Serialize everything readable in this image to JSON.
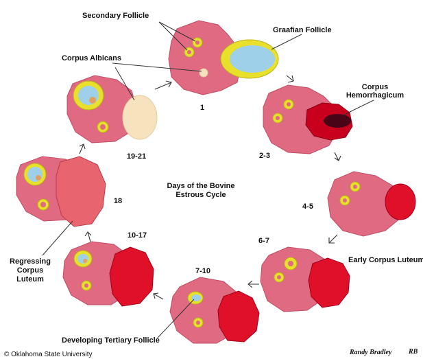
{
  "labels": {
    "secondary_follicle": "Secondary Follicle",
    "graafian_follicle": "Graafian Follicle",
    "corpus_albicans": "Corpus Albicans",
    "corpus_hemorrhagicum_1": "Corpus",
    "corpus_hemorrhagicum_2": "Hemorrhagicum",
    "early_corpus_luteum": "Early Corpus Luteum",
    "regressing_1": "Regressing",
    "regressing_2": "Corpus",
    "regressing_3": "Luteum",
    "developing_tertiary": "Developing Tertiary Follicle"
  },
  "days": {
    "d1": "1",
    "d2_3": "2-3",
    "d4_5": "4-5",
    "d6_7": "6-7",
    "d7_10": "7-10",
    "d10_17": "10-17",
    "d18": "18",
    "d19_21": "19-21"
  },
  "center": {
    "line1": "Days of the Bovine",
    "line2": "Estrous Cycle"
  },
  "footer": {
    "copyright": "© Oklahoma State University",
    "signature": "Randy Bradley",
    "monogram": "RB"
  },
  "colors": {
    "ovary": "#e06a82",
    "follicle_ring": "#e8e02a",
    "antrum": "#9fd0ea",
    "corpus_luteum": "#e01028",
    "corpus_hemorrhagicum": "#c8001e",
    "clot": "#4a0418",
    "corpus_albicans": "#f6e3bd",
    "regressing_cl": "#e8656f"
  }
}
